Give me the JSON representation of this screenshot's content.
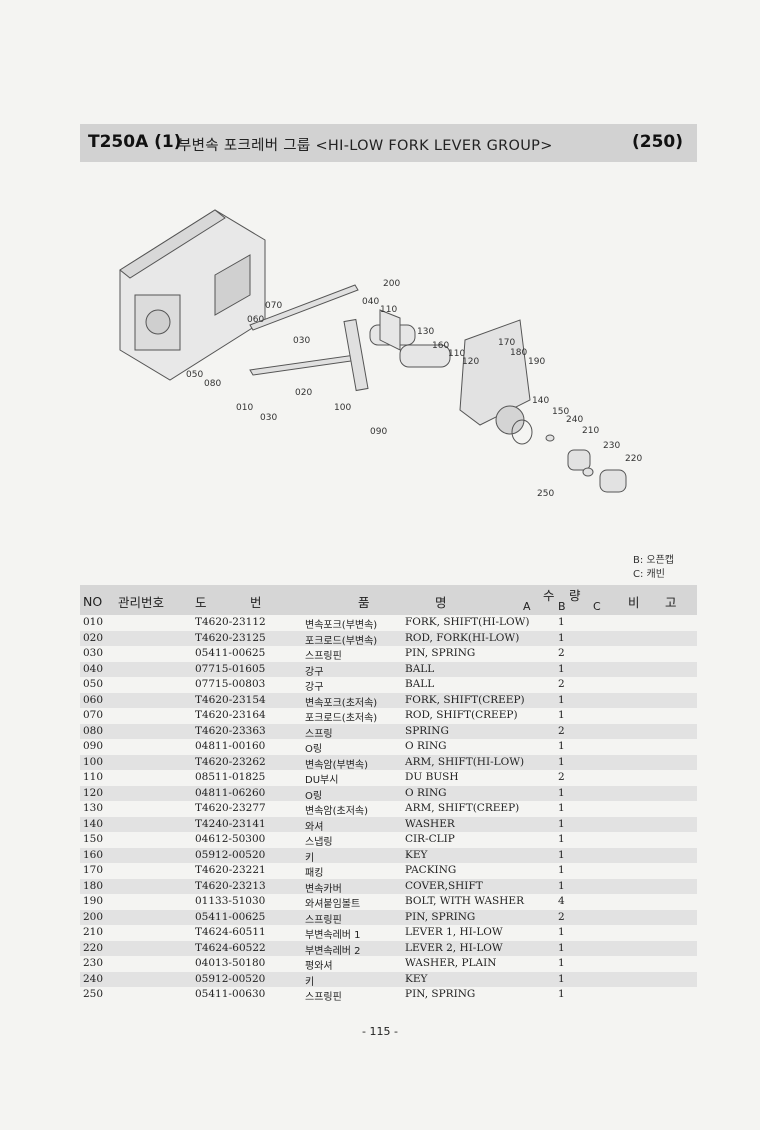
{
  "header": {
    "model": "T250A (1)",
    "subtitle": "부변속 포크레버 그룹 <HI-LOW FORK LEVER GROUP>",
    "group_code": "(250)"
  },
  "diagram": {
    "callouts": [
      "200",
      "040",
      "070",
      "110",
      "060",
      "030",
      "130",
      "160",
      "170",
      "180",
      "110",
      "120",
      "190",
      "050",
      "080",
      "020",
      "010",
      "030",
      "100",
      "090",
      "140",
      "150",
      "240",
      "210",
      "230",
      "220",
      "250"
    ]
  },
  "legend": {
    "b": "B: 오픈캡",
    "c": "C: 캐빈"
  },
  "table": {
    "headers": {
      "no": "NO",
      "mgmt": "관리번호",
      "part_a": "도",
      "part_b": "번",
      "name_a": "품",
      "name_b": "명",
      "qty_a": "수",
      "qty_b": "량",
      "col_a": "A",
      "col_b": "B",
      "col_c": "C",
      "remark_a": "비",
      "remark_b": "고"
    },
    "rows": [
      {
        "no": "010",
        "part": "T4620-23112",
        "kr": "변속포크(부변속)",
        "en": "FORK, SHIFT(HI-LOW)",
        "b": "1"
      },
      {
        "no": "020",
        "part": "T4620-23125",
        "kr": "포크로드(부변속)",
        "en": "ROD, FORK(HI-LOW)",
        "b": "1"
      },
      {
        "no": "030",
        "part": "05411-00625",
        "kr": "스프링핀",
        "en": "PIN, SPRING",
        "b": "2"
      },
      {
        "no": "040",
        "part": "07715-01605",
        "kr": "강구",
        "en": "BALL",
        "b": "1"
      },
      {
        "no": "050",
        "part": "07715-00803",
        "kr": "강구",
        "en": "BALL",
        "b": "2"
      },
      {
        "no": "060",
        "part": "T4620-23154",
        "kr": "변속포크(초저속)",
        "en": "FORK, SHIFT(CREEP)",
        "b": "1"
      },
      {
        "no": "070",
        "part": "T4620-23164",
        "kr": "포크로드(초저속)",
        "en": "ROD, SHIFT(CREEP)",
        "b": "1"
      },
      {
        "no": "080",
        "part": "T4620-23363",
        "kr": "스프링",
        "en": "SPRING",
        "b": "2"
      },
      {
        "no": "090",
        "part": "04811-00160",
        "kr": "O링",
        "en": "O RING",
        "b": "1"
      },
      {
        "no": "100",
        "part": "T4620-23262",
        "kr": "변속암(부변속)",
        "en": "ARM, SHIFT(HI-LOW)",
        "b": "1"
      },
      {
        "no": "110",
        "part": "08511-01825",
        "kr": "DU부시",
        "en": "DU BUSH",
        "b": "2"
      },
      {
        "no": "120",
        "part": "04811-06260",
        "kr": "O링",
        "en": "O RING",
        "b": "1"
      },
      {
        "no": "130",
        "part": "T4620-23277",
        "kr": "변속암(초저속)",
        "en": "ARM, SHIFT(CREEP)",
        "b": "1"
      },
      {
        "no": "140",
        "part": "T4240-23141",
        "kr": "와셔",
        "en": "WASHER",
        "b": "1"
      },
      {
        "no": "150",
        "part": "04612-50300",
        "kr": "스냅링",
        "en": "CIR-CLIP",
        "b": "1"
      },
      {
        "no": "160",
        "part": "05912-00520",
        "kr": "키",
        "en": "KEY",
        "b": "1"
      },
      {
        "no": "170",
        "part": "T4620-23221",
        "kr": "패킹",
        "en": "PACKING",
        "b": "1"
      },
      {
        "no": "180",
        "part": "T4620-23213",
        "kr": "변속카버",
        "en": "COVER,SHIFT",
        "b": "1"
      },
      {
        "no": "190",
        "part": "01133-51030",
        "kr": "와셔붙임볼트",
        "en": "BOLT, WITH WASHER",
        "b": "4"
      },
      {
        "no": "200",
        "part": "05411-00625",
        "kr": "스프링핀",
        "en": "PIN, SPRING",
        "b": "2"
      },
      {
        "no": "210",
        "part": "T4624-60511",
        "kr": "부변속레버 1",
        "en": "LEVER 1, HI-LOW",
        "b": "1"
      },
      {
        "no": "220",
        "part": "T4624-60522",
        "kr": "부변속레버 2",
        "en": "LEVER 2, HI-LOW",
        "b": "1"
      },
      {
        "no": "230",
        "part": "04013-50180",
        "kr": "평와셔",
        "en": "WASHER, PLAIN",
        "b": "1"
      },
      {
        "no": "240",
        "part": "05912-00520",
        "kr": "키",
        "en": "KEY",
        "b": "1"
      },
      {
        "no": "250",
        "part": "05411-00630",
        "kr": "스프링핀",
        "en": "PIN, SPRING",
        "b": "1"
      }
    ]
  },
  "footer": {
    "page": "- 115 -"
  }
}
